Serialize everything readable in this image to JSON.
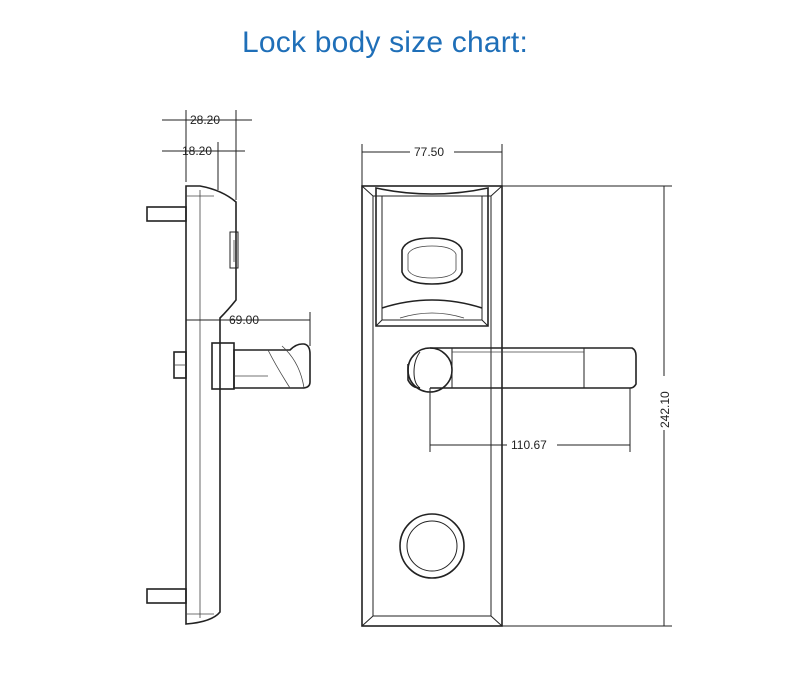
{
  "title": "Lock body size chart:",
  "dimensions": {
    "side_total_thickness": "28.20",
    "side_plate_thickness": "18.20",
    "handle_projection": "69.00",
    "plate_width": "77.50",
    "handle_length": "110.67",
    "plate_height": "242.10"
  }
}
